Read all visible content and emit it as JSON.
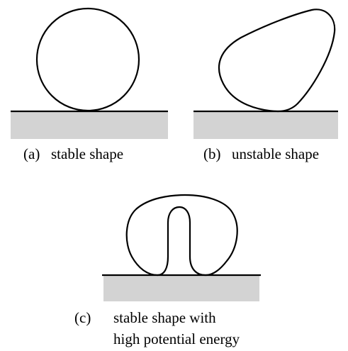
{
  "panels": [
    {
      "id": "a",
      "label": "(a)",
      "caption_lines": [
        "stable shape"
      ]
    },
    {
      "id": "b",
      "label": "(b)",
      "caption_lines": [
        "unstable shape"
      ]
    },
    {
      "id": "c",
      "label": "(c)",
      "caption_lines": [
        "stable shape with",
        "high potential energy"
      ]
    }
  ],
  "colors": {
    "ground": "#d3d3d3",
    "outline": "#000000",
    "background": "#ffffff"
  }
}
